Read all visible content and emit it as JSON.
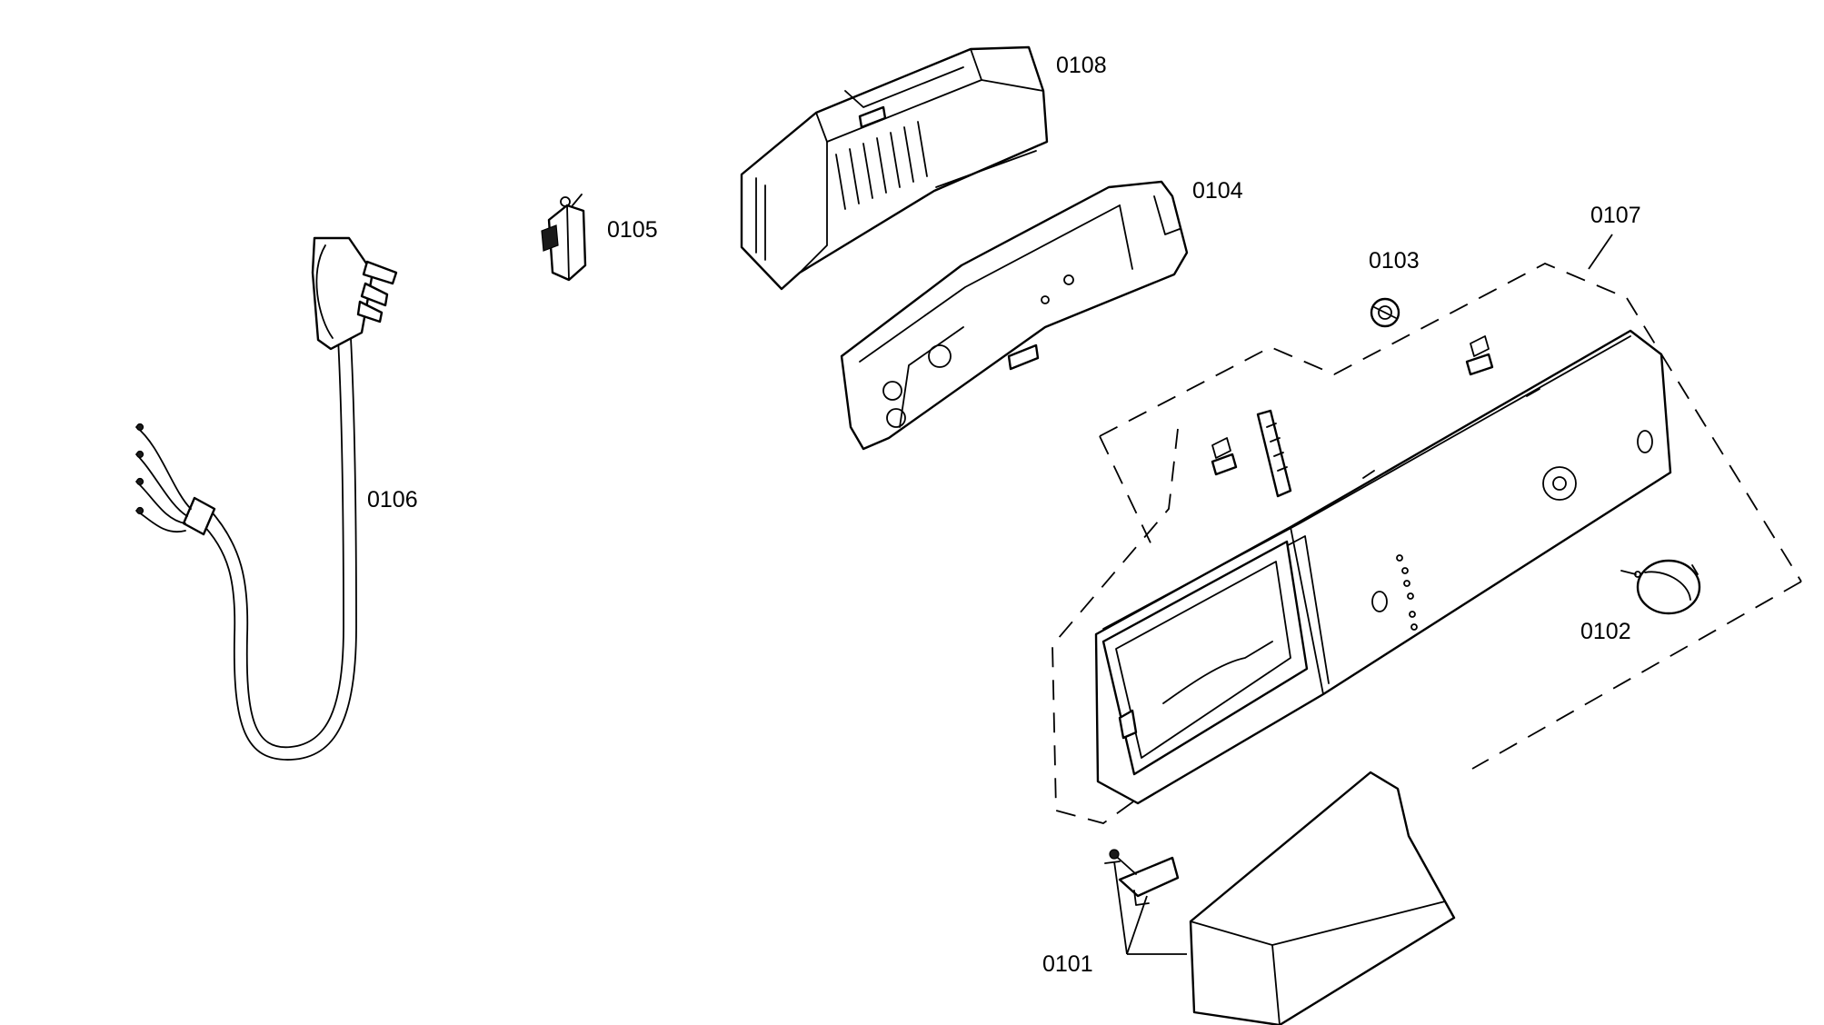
{
  "callouts": {
    "p0101": "0101",
    "p0102": "0102",
    "p0103": "0103",
    "p0104": "0104",
    "p0105": "0105",
    "p0106": "0106",
    "p0107": "0107",
    "p0108": "0108"
  }
}
